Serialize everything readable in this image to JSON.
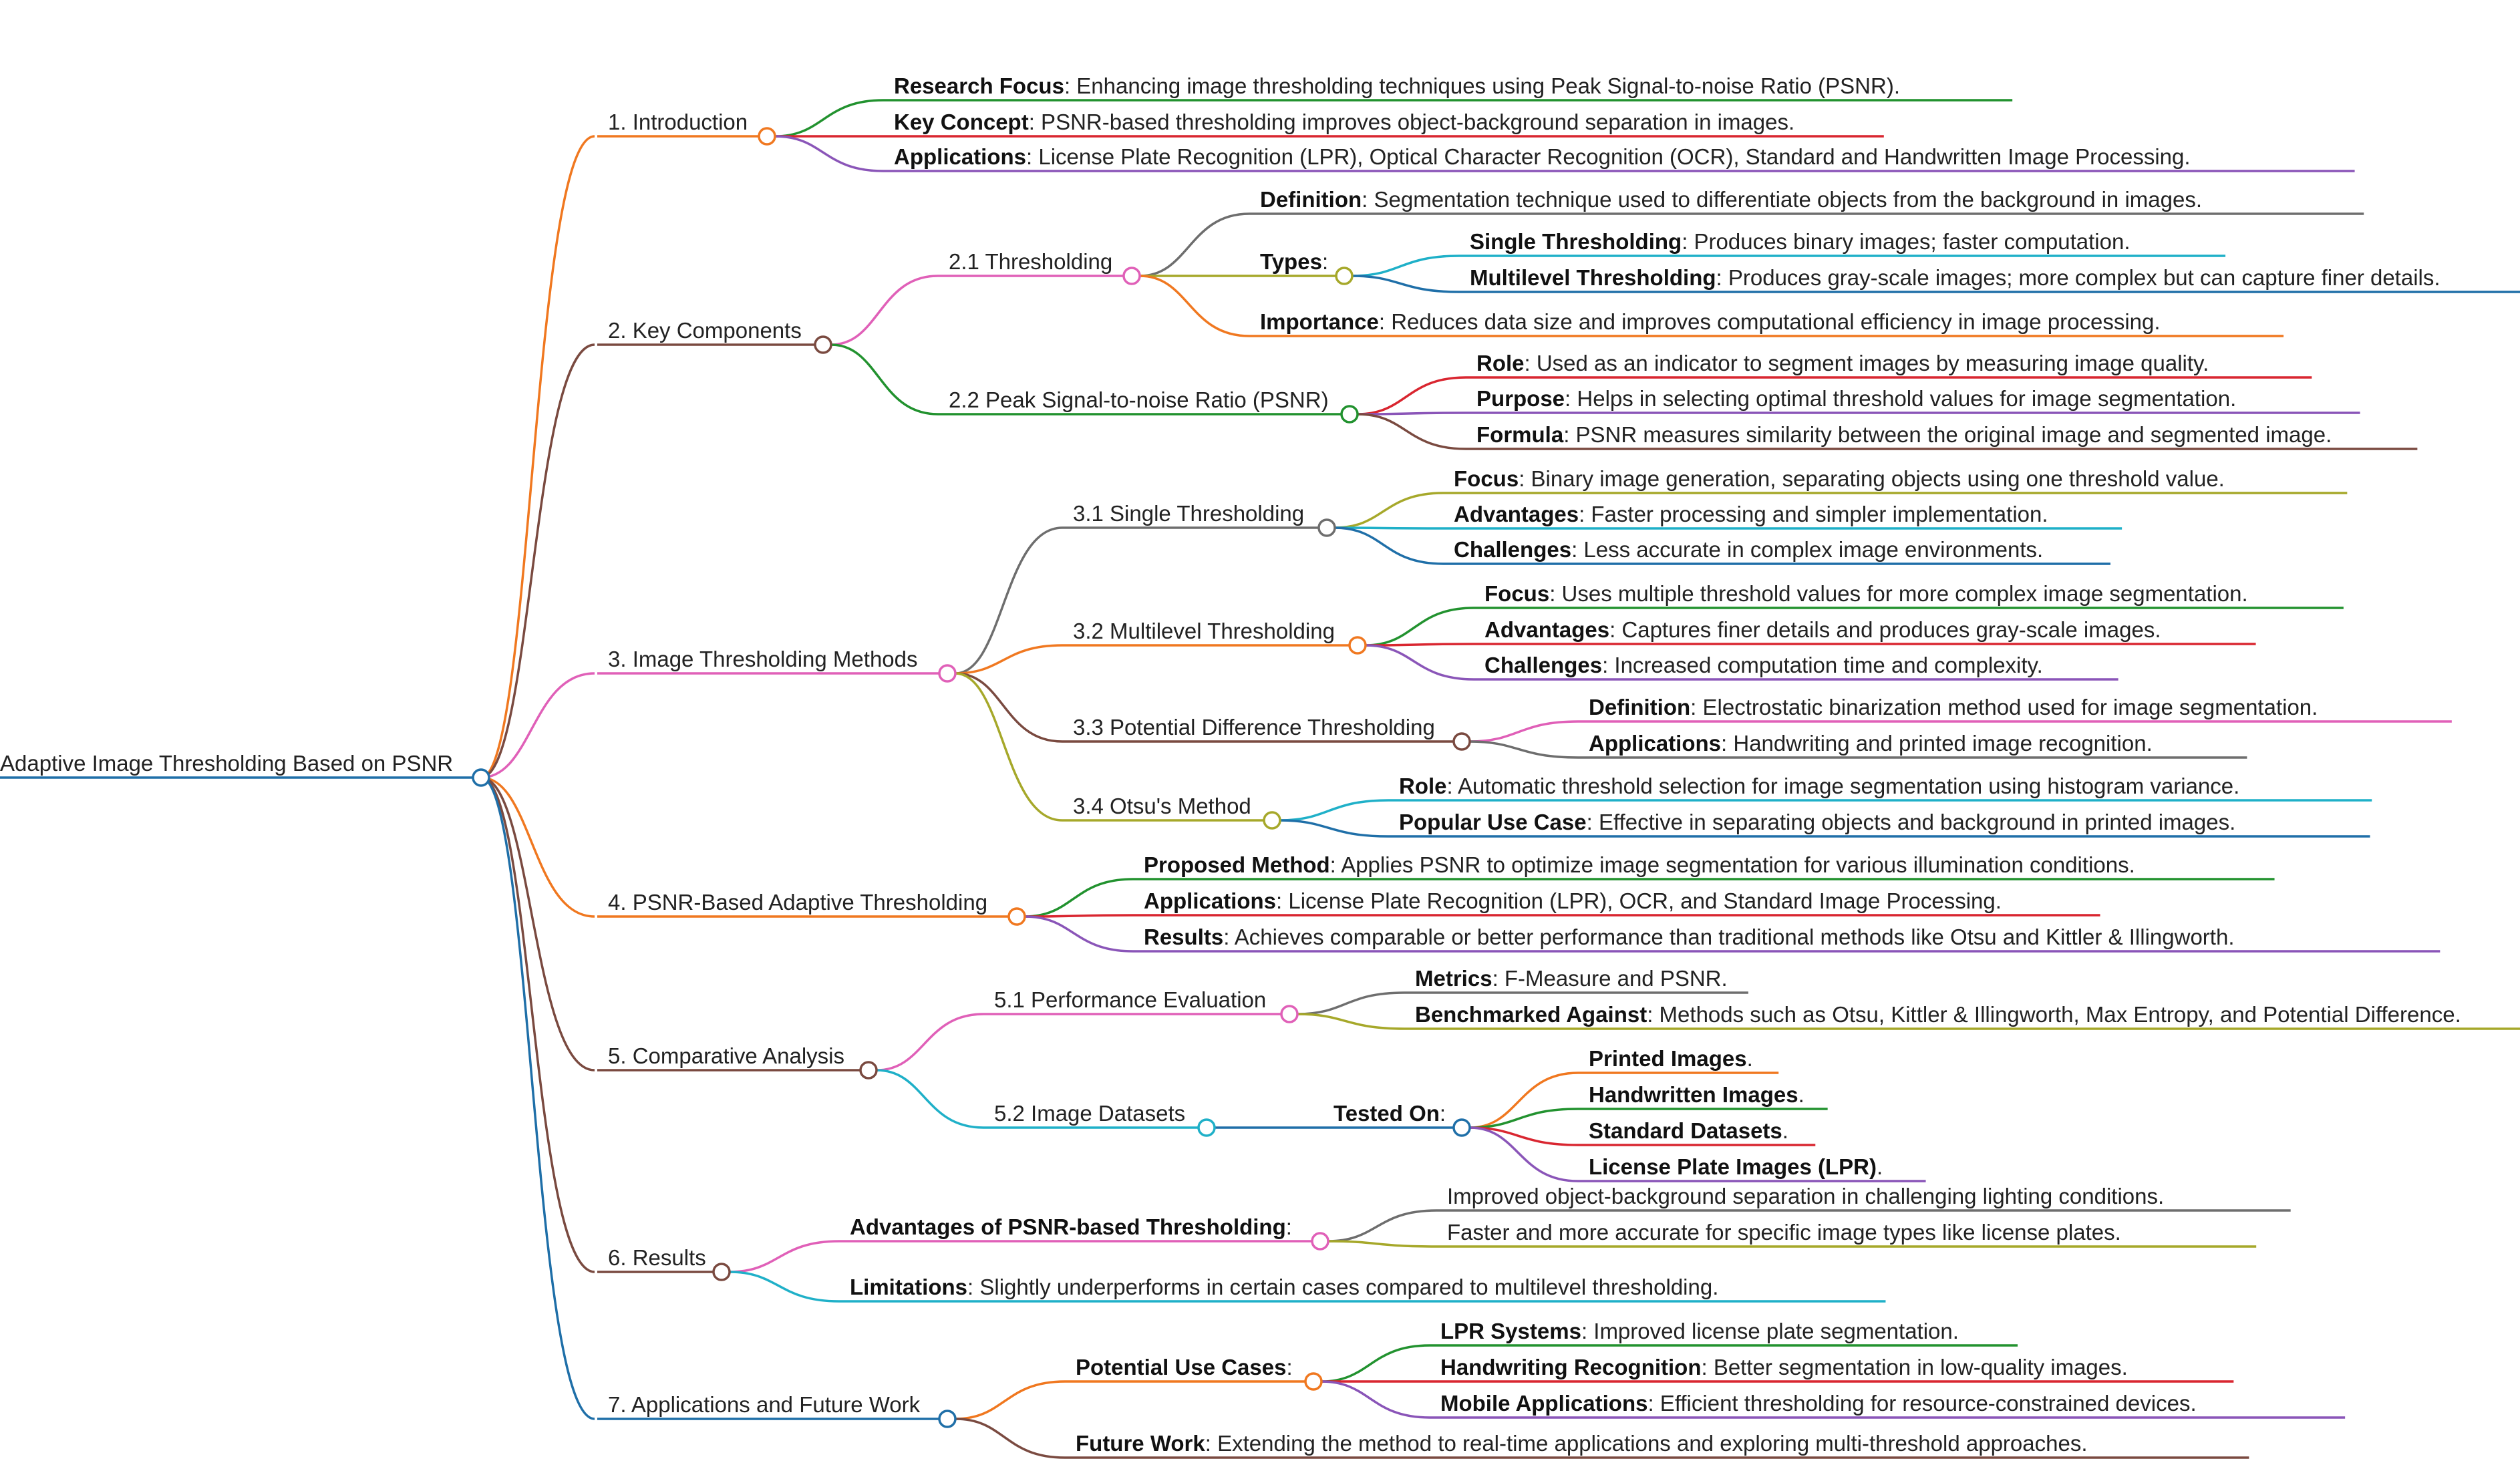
{
  "root": "Adaptive Image Thresholding Based on PSNR",
  "colors": {
    "blue": "#1f6fa8",
    "orange": "#f07820",
    "brown": "#7a4a40",
    "pink": "#e060b8",
    "green": "#22922f",
    "red": "#d92630",
    "purple": "#8a55b8",
    "olive": "#a6a82a",
    "teal": "#1fb0c8",
    "gray": "#6e6e6e"
  },
  "sections": {
    "introduction": {
      "label": "1. Introduction",
      "items": [
        {
          "key": "Research Focus",
          "text": ": Enhancing image thresholding techniques using Peak Signal-to-noise Ratio (PSNR)."
        },
        {
          "key": "Key Concept",
          "text": ": PSNR-based thresholding improves object-background separation in images."
        },
        {
          "key": "Applications",
          "text": ": License Plate Recognition (LPR), Optical Character Recognition (OCR), Standard and Handwritten Image Processing."
        }
      ]
    },
    "key_components": {
      "label": "2. Key Components",
      "thresholding": {
        "label": "2.1 Thresholding",
        "definition": {
          "key": "Definition",
          "text": ": Segmentation technique used to differentiate objects from the background in images."
        },
        "types": {
          "key": "Types",
          "text": ":",
          "items": [
            {
              "key": "Single Thresholding",
              "text": ": Produces binary images; faster computation."
            },
            {
              "key": "Multilevel Thresholding",
              "text": ": Produces gray-scale images; more complex but can capture finer details."
            }
          ]
        },
        "importance": {
          "key": "Importance",
          "text": ": Reduces data size and improves computational efficiency in image processing."
        }
      },
      "psnr": {
        "label": "2.2 Peak Signal-to-noise Ratio (PSNR)",
        "items": [
          {
            "key": "Role",
            "text": ": Used as an indicator to segment images by measuring image quality."
          },
          {
            "key": "Purpose",
            "text": ": Helps in selecting optimal threshold values for image segmentation."
          },
          {
            "key": "Formula",
            "text": ": PSNR measures similarity between the original image and segmented image."
          }
        ]
      }
    },
    "methods": {
      "label": "3. Image Thresholding Methods",
      "single": {
        "label": "3.1 Single Thresholding",
        "items": [
          {
            "key": "Focus",
            "text": ": Binary image generation, separating objects using one threshold value."
          },
          {
            "key": "Advantages",
            "text": ": Faster processing and simpler implementation."
          },
          {
            "key": "Challenges",
            "text": ": Less accurate in complex image environments."
          }
        ]
      },
      "multilevel": {
        "label": "3.2 Multilevel Thresholding",
        "items": [
          {
            "key": "Focus",
            "text": ": Uses multiple threshold values for more complex image segmentation."
          },
          {
            "key": "Advantages",
            "text": ": Captures finer details and produces gray-scale images."
          },
          {
            "key": "Challenges",
            "text": ": Increased computation time and complexity."
          }
        ]
      },
      "potential": {
        "label": "3.3 Potential Difference Thresholding",
        "items": [
          {
            "key": "Definition",
            "text": ": Electrostatic binarization method used for image segmentation."
          },
          {
            "key": "Applications",
            "text": ": Handwriting and printed image recognition."
          }
        ]
      },
      "otsu": {
        "label": "3.4 Otsu's Method",
        "items": [
          {
            "key": "Role",
            "text": ": Automatic threshold selection for image segmentation using histogram variance."
          },
          {
            "key": "Popular Use Case",
            "text": ": Effective in separating objects and background in printed images."
          }
        ]
      }
    },
    "psnr_adaptive": {
      "label": "4. PSNR-Based Adaptive Thresholding",
      "items": [
        {
          "key": "Proposed Method",
          "text": ": Applies PSNR to optimize image segmentation for various illumination conditions."
        },
        {
          "key": "Applications",
          "text": ": License Plate Recognition (LPR), OCR, and Standard Image Processing."
        },
        {
          "key": "Results",
          "text": ": Achieves comparable or better performance than traditional methods like Otsu and Kittler & Illingworth."
        }
      ]
    },
    "comparative": {
      "label": "5. Comparative Analysis",
      "performance": {
        "label": "5.1 Performance Evaluation",
        "items": [
          {
            "key": "Metrics",
            "text": ": F-Measure and PSNR."
          },
          {
            "key": "Benchmarked Against",
            "text": ": Methods such as Otsu, Kittler & Illingworth, Max Entropy, and Potential Difference."
          }
        ]
      },
      "datasets": {
        "label": "5.2 Image Datasets",
        "tested_on": {
          "key": "Tested On",
          "text": ":",
          "items": [
            {
              "key": "Printed Images",
              "text": "."
            },
            {
              "key": "Handwritten Images",
              "text": "."
            },
            {
              "key": "Standard Datasets",
              "text": "."
            },
            {
              "key": "License Plate Images (LPR)",
              "text": "."
            }
          ]
        }
      }
    },
    "results": {
      "label": "6. Results",
      "advantages": {
        "key": "Advantages of PSNR-based Thresholding",
        "text": ":",
        "items": [
          "Improved object-background separation in challenging lighting conditions.",
          "Faster and more accurate for specific image types like license plates."
        ]
      },
      "limitations": {
        "key": "Limitations",
        "text": ": Slightly underperforms in certain cases compared to multilevel thresholding."
      }
    },
    "applications": {
      "label": "7. Applications and Future Work",
      "use_cases": {
        "key": "Potential Use Cases",
        "text": ":",
        "items": [
          {
            "key": "LPR Systems",
            "text": ": Improved license plate segmentation."
          },
          {
            "key": "Handwriting Recognition",
            "text": ": Better segmentation in low-quality images."
          },
          {
            "key": "Mobile Applications",
            "text": ": Efficient thresholding for resource-constrained devices."
          }
        ]
      },
      "future_work": {
        "key": "Future Work",
        "text": ": Extending the method to real-time applications and exploring multi-threshold approaches."
      }
    }
  }
}
